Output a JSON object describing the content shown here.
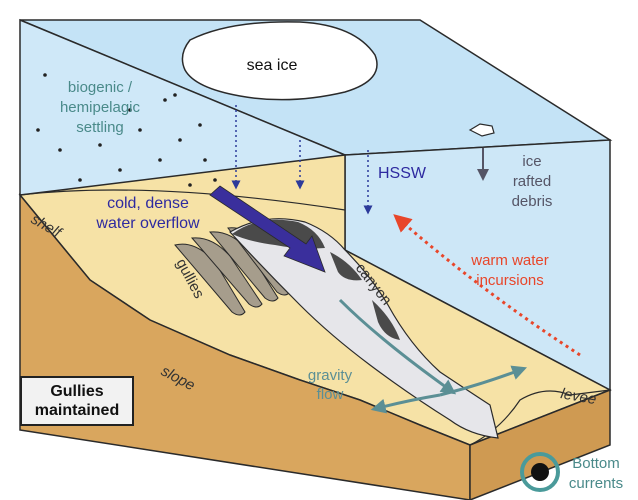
{
  "labels": {
    "sea_ice": "sea ice",
    "biogenic_1": "biogenic /",
    "biogenic_2": "hemipelagic",
    "biogenic_3": "settling",
    "cold_1": "cold, dense",
    "cold_2": "water overflow",
    "hssw": "HSSW",
    "ice_rafted_1": "ice",
    "ice_rafted_2": "rafted",
    "ice_rafted_3": "debris",
    "warm_1": "warm water",
    "warm_2": "incursions",
    "shelf": "shelf",
    "gullies": "gullies",
    "canyon": "canyon",
    "slope": "slope",
    "gravity_1": "gravity",
    "gravity_2": "flow",
    "levee": "levee",
    "bottom_1": "Bottom",
    "bottom_2": "currents"
  },
  "box": {
    "line1": "Gullies",
    "line2": "maintained"
  },
  "colors": {
    "water": "#cfe8f8",
    "water_top": "#bfe0f5",
    "sand": "#f5dfa0",
    "sediment_side": "#d9a65e",
    "outline": "#2a2a2a",
    "cold_arrow": "#3a2f9c",
    "warm_arrow": "#e8462a",
    "teal": "#4a8a8a",
    "canyon_fill": "#e6e6ea",
    "canyon_dark": "#4a4a4a",
    "gully": "#a69d8c"
  }
}
